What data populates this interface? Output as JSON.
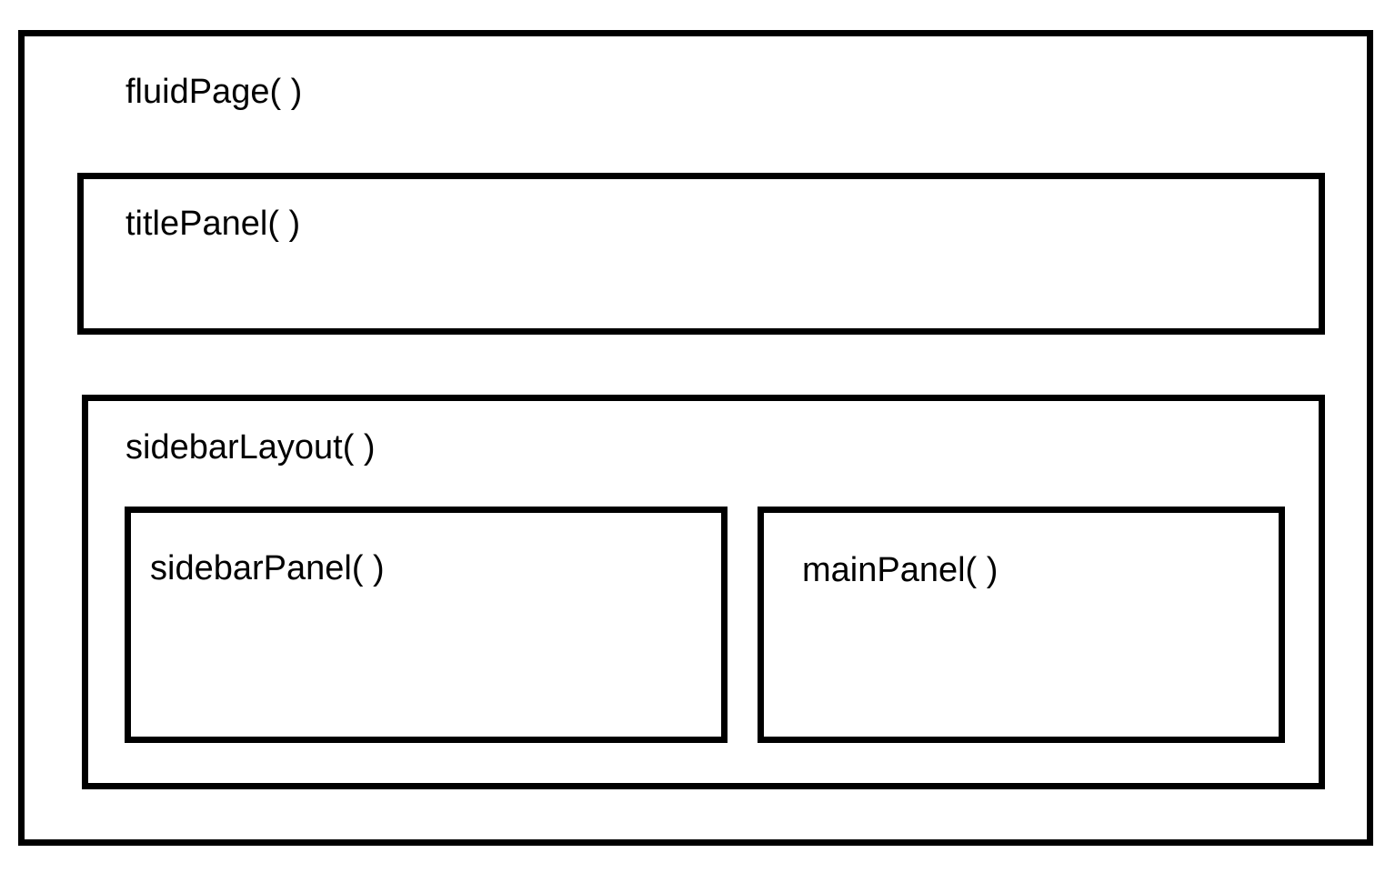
{
  "diagram": {
    "boxes": {
      "fluidPage": {
        "label": "fluidPage( )"
      },
      "titlePanel": {
        "label": "titlePanel( )"
      },
      "sidebarLayout": {
        "label": "sidebarLayout( )"
      },
      "sidebarPanel": {
        "label": "sidebarPanel( )"
      },
      "mainPanel": {
        "label": "mainPanel( )"
      }
    },
    "colors": {
      "border": "#000000",
      "background": "#ffffff",
      "text": "#000000"
    }
  }
}
